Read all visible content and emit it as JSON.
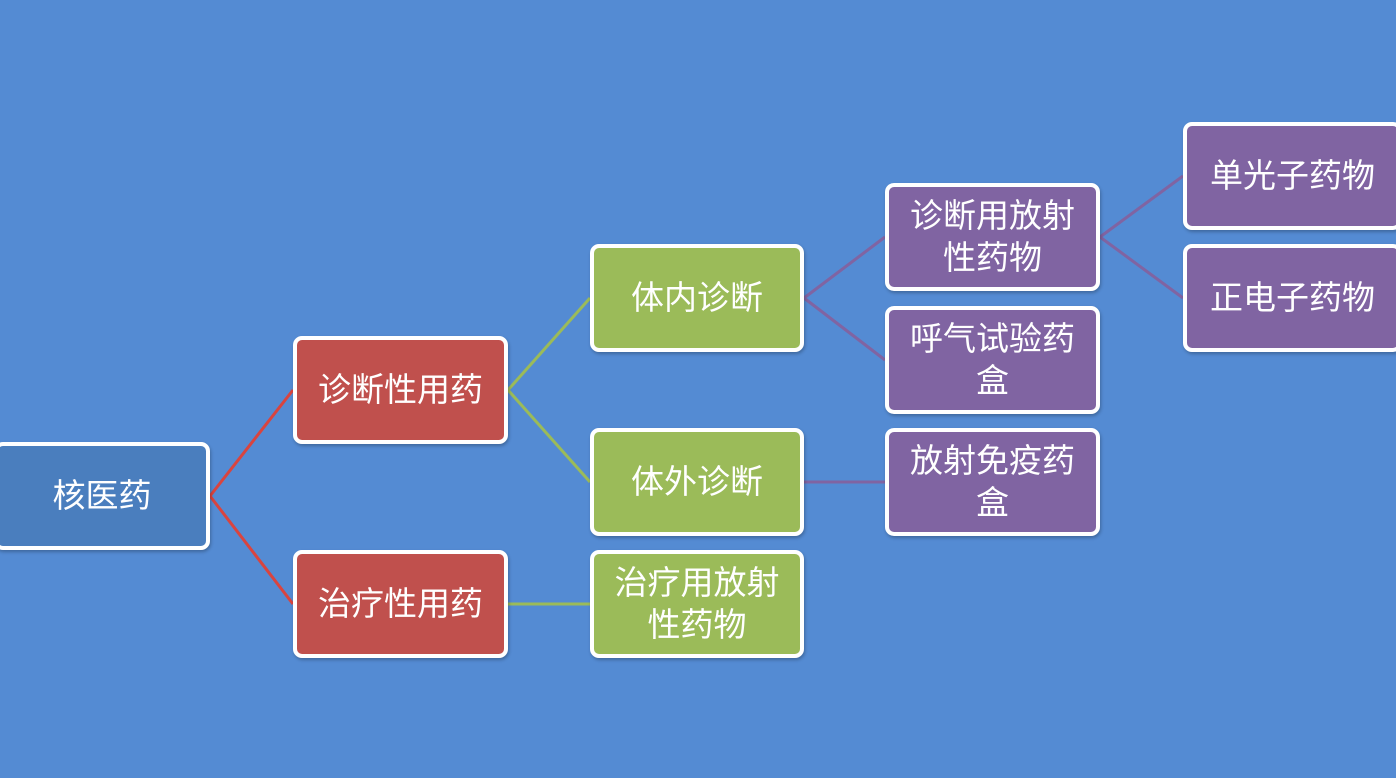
{
  "nodes": {
    "root": "核医药",
    "diagnostic": "诊断性用药",
    "therapeutic": "治疗性用药",
    "in_vivo": "体内诊断",
    "in_vitro": "体外诊断",
    "therapeutic_radio": "治疗用放射性药物",
    "diagnostic_radio": "诊断用放射性药物",
    "breath_test_kit": "呼气试验药盒",
    "radioimmuno_kit": "放射免疫药盒",
    "single_photon": "单光子药物",
    "positron": "正电子药物"
  },
  "colors": {
    "background": "#548bd3",
    "level0": "#4a7ebe",
    "level1": "#c0504d",
    "level2": "#9bbb59",
    "level3": "#8064a2"
  }
}
